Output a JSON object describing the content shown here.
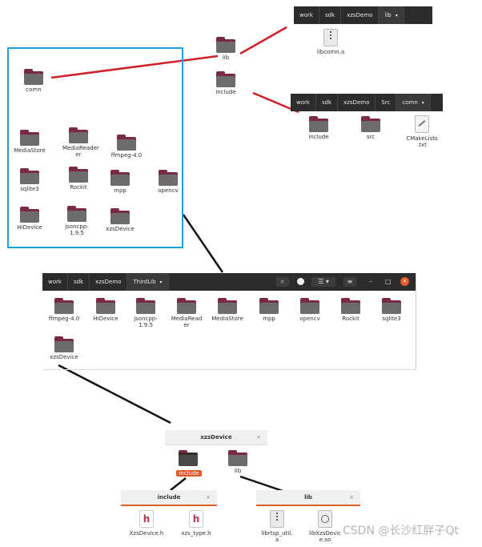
{
  "colors": {
    "accent": "#e05a2a",
    "highlight_border": "#1ba1e2",
    "red_line": "#d0202a",
    "black_line": "#111111"
  },
  "top_lib_window": {
    "breadcrumb": [
      "work",
      "sdk",
      "xzsDemo",
      "lib"
    ],
    "files": [
      {
        "name": "libcomn.a",
        "icon": "zip-archive-icon"
      }
    ]
  },
  "top_include_window": {
    "breadcrumb": [
      "work",
      "sdk",
      "xzsDemo",
      "Src",
      "comn"
    ],
    "items": [
      {
        "name": "include"
      },
      {
        "name": "src"
      },
      {
        "name": "CMakeLists\n.txt",
        "icon": "script-file-icon"
      }
    ]
  },
  "floating_folders": [
    "lib",
    "include"
  ],
  "highlight_box": {
    "items": [
      "comn",
      "MediaStore",
      "MediaReader\ner",
      "ffmpeg-4.0",
      "sqlite3",
      "Rockit",
      "mpp",
      "opencv",
      "HiDevice",
      "jsoncpp-\n1.9.5",
      "xzsDevice"
    ]
  },
  "thirdlib_window": {
    "breadcrumb": [
      "work",
      "sdk",
      "xzsDemo",
      "ThirdLib"
    ],
    "items": [
      "ffmpeg-4.0",
      "HiDevice",
      "jsoncpp-\n1.9.5",
      "MediaRead\ner",
      "MediaStore",
      "mpp",
      "opencv",
      "Rockit",
      "sqlite3",
      "xzsDevice"
    ]
  },
  "xzsdevice_window": {
    "title": "xzsDevice",
    "close": "×",
    "items": [
      "include",
      "lib"
    ]
  },
  "include_window": {
    "title": "include",
    "close": "×",
    "files": [
      "XzsDevice.h",
      "xzs_type.h"
    ],
    "file_glyph": "h"
  },
  "lib_window": {
    "title": "lib",
    "close": "×",
    "files": [
      "librtsp_util.\na",
      "libXzsDevic\ne.so"
    ]
  },
  "watermark": "CSDN @长沙红胖子Qt"
}
